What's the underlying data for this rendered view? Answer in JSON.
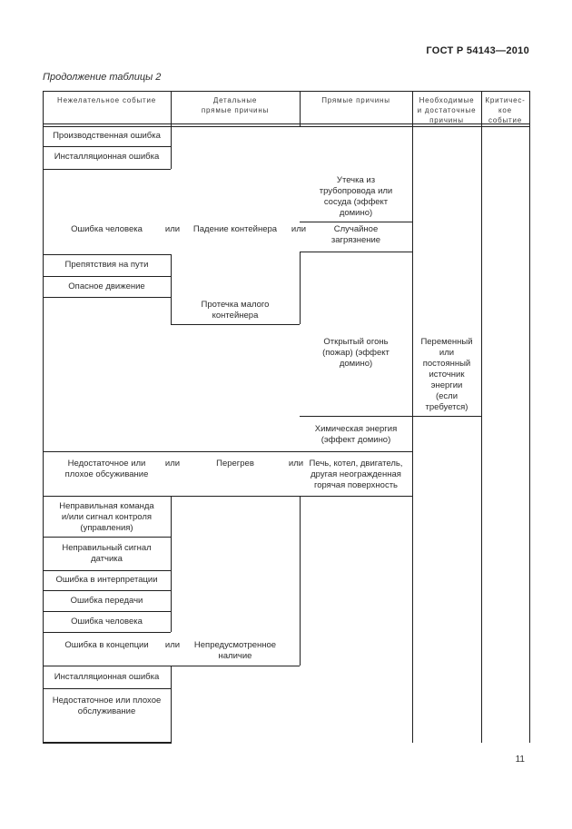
{
  "page": {
    "standard_ref": "ГОСТ Р 54143—2010",
    "table_caption": "Продолжение таблицы 2",
    "page_number": "11"
  },
  "table": {
    "column_headers": [
      {
        "label": "Нежелательное событие"
      },
      {
        "label": "Детальные\nпрямые причины"
      },
      {
        "label": "Прямые причины"
      },
      {
        "label": "Необходимые\nи достаточные\nпричины"
      },
      {
        "label": "Критичес-\nкое\nсобытие"
      }
    ],
    "cells": {
      "proizvodstvennaya_oshibka": "Производственная ошибка",
      "installyatsionnaya_oshibka_1": "Инсталляционная ошибка",
      "utechka": "Утечка из\nтрубопровода или\nсосуда (эффект\nдомино)",
      "oshibka_cheloveka_1": "Ошибка человека",
      "padenie_konteynera": "Падение контейнера",
      "sluchaynoe_zagryaznenie": "Случайное\nзагрязнение",
      "prepyatstviya_na_puti": "Препятствия на пути",
      "opasnoe_dvizhenie": "Опасное движение",
      "protechka_malogo_konteynera": "Протечка малого\nконтейнера",
      "otkrytyy_ogon": "Открытый огонь\n(пожар) (эффект\nдомино)",
      "peremennyy_istochnik": "Переменный\nили\nпостоянный\nисточник\nэнергии\n(если\nтребуется)",
      "khimicheskaya_energiya": "Химическая энергия\n(эффект домино)",
      "nedostatochnoe_obsuzhivanie": "Недостаточное или\nплохое обсуживание",
      "peregrev": "Перегрев",
      "pech_kotel": "Печь, котел, двигатель,\nдругая неогражденная\nгорячая поверхность",
      "nepravilnaya_komanda": "Неправильная команда\nи/или сигнал контроля\n(управления)",
      "nepravilnyy_signal": "Неправильный сигнал\nдатчика",
      "oshibka_interpretatsii": "Ошибка в интерпретации",
      "oshibka_peredachi": "Ошибка передачи",
      "oshibka_cheloveka_2": "Ошибка человека",
      "oshibka_kontseptsii": "Ошибка в концепции",
      "nepredusmotrennoe_nalichie": "Непредусмотренное\nналичие",
      "installyatsionnaya_oshibka_2": "Инсталляционная ошибка",
      "nedostatochnoe_obsluzhivanie": "Недостаточное или плохое\nобслуживание"
    },
    "connectors": {
      "or1": "или",
      "or2": "или",
      "or3": "или",
      "or4": "или",
      "or5": "или"
    }
  }
}
